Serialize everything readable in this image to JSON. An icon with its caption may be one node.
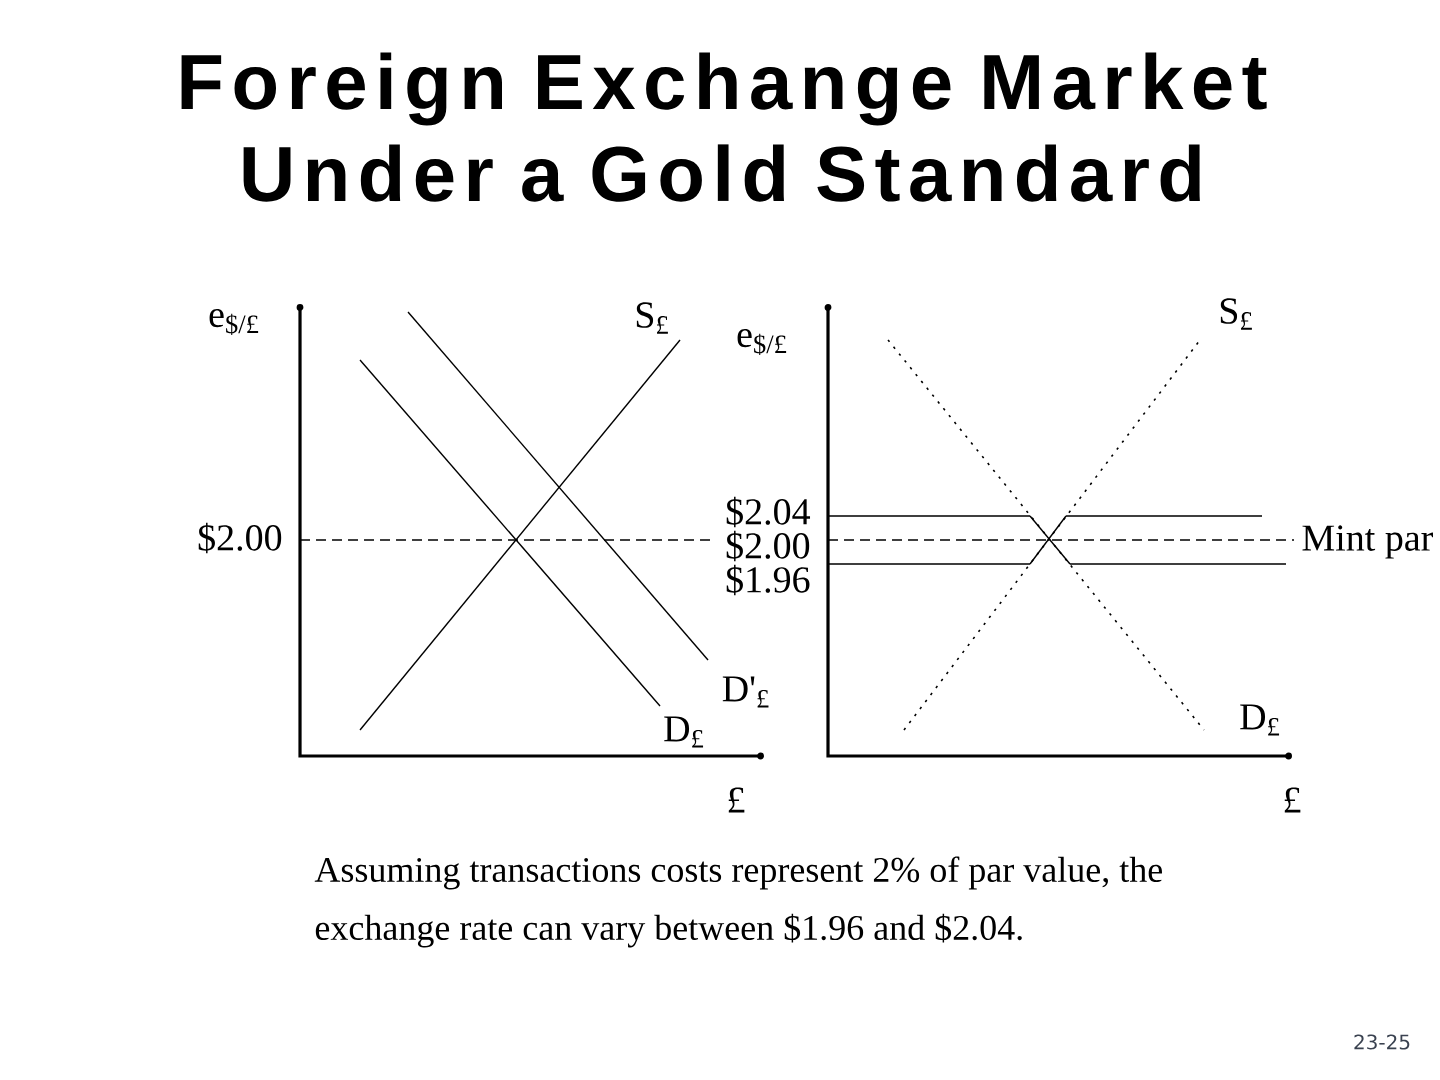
{
  "diagram": {
    "title": "Foreign Exchange Market Under a Gold Standard",
    "labels": [
      "e$_{$/£}$",
      "S$_{£}$",
      "e$_{$/£}$",
      "S$_{£}$",
      "$2.00",
      "$2.04",
      "$2.00",
      "$1.96",
      "Mint par",
      "D$_{£}$",
      "D'$_{£}$",
      "D$_{£}$",
      "£",
      "£",
      "23-25"
    ],
    "caption": "Assuming transactions costs represent 2% of par value, the exchange rate can vary between $1.96 and $2.04."
  }
}
